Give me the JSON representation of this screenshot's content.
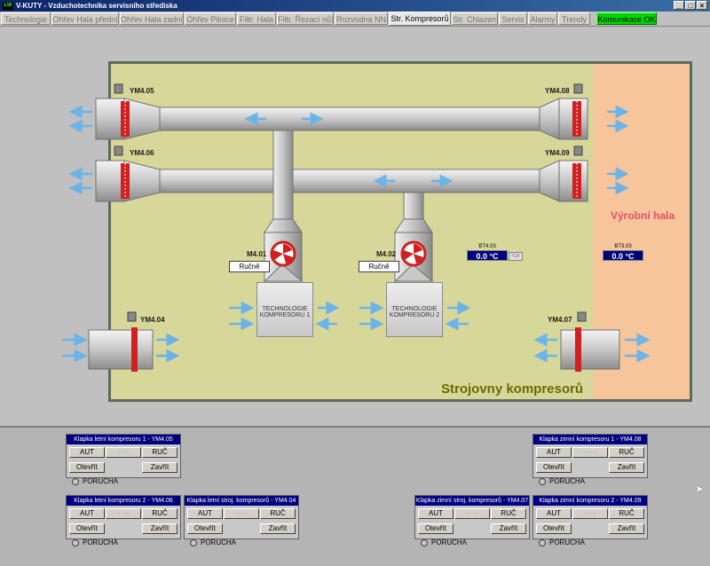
{
  "window": {
    "app_icon": "LW",
    "title": "V-KUTY - Vzduchotechnika servisního střediska",
    "buttons": [
      "_",
      "□",
      "×"
    ]
  },
  "tabs": [
    {
      "label": "Technologie"
    },
    {
      "label": "Ohřev Hala přední"
    },
    {
      "label": "Ohřev Hala zadní"
    },
    {
      "label": "Ohřev Pilnice"
    },
    {
      "label": "Filtr. Hala"
    },
    {
      "label": "Filtr. Řezací nůž"
    },
    {
      "label": "Rozvodna NN"
    },
    {
      "label": "Str. Kompresorů",
      "active": true
    },
    {
      "label": "Str. Chlazení"
    },
    {
      "label": "Servis"
    },
    {
      "label": "Alarmy"
    },
    {
      "label": "Trendy"
    },
    {
      "label": "Komunikace OK",
      "status": true
    }
  ],
  "scheme": {
    "room_label": "Strojovny kompresorů",
    "hall_label": "Výrobní hala",
    "valves": {
      "ym405": "YM4.05",
      "ym406": "YM4.06",
      "ym408": "YM4.08",
      "ym409": "YM4.09",
      "ym404": "YM4.04",
      "ym407": "YM4.07"
    },
    "motors": {
      "m401": {
        "name": "M4.01",
        "mode": "Ručně"
      },
      "m402": {
        "name": "M4.02",
        "mode": "Ručně"
      }
    },
    "tech1": "TECHNOLOGIE KOMPRESORU 1",
    "tech2": "TECHNOLOGIE KOMPRESORU 2",
    "sensors": {
      "bt403": {
        "name": "BT4.03",
        "value": "0.0 °C",
        "unit_button": "°C/F"
      },
      "bt303": {
        "name": "BT3.03",
        "value": "0.0 °C"
      }
    }
  },
  "panels": {
    "p405": {
      "title": "Klapka letní kompresoru 1 - YM4.05",
      "aut": "AUT",
      "ruc": "RUČ",
      "open": "Otevřít",
      "close": "Zavřít",
      "fault": "PORUCHA",
      "mid": "- - -"
    },
    "p406": {
      "title": "Klapka letní kompresoru 2 - YM4.06",
      "aut": "AUT",
      "ruc": "RUČ",
      "open": "Otevřít",
      "close": "Zavřít",
      "fault": "PORUCHA",
      "mid": "- - -"
    },
    "p404": {
      "title": "Klapka letní stroj. kompresorů - YM4.04",
      "aut": "AUT",
      "ruc": "RUČ",
      "open": "Otevřít",
      "close": "Zavřít",
      "fault": "PORUCHA",
      "mid": "- - -"
    },
    "p407": {
      "title": "Klapka zimní stroj. kompresorů - YM4.07",
      "aut": "AUT",
      "ruc": "RUČ",
      "open": "Otevřít",
      "close": "Zavřít",
      "fault": "PORUCHA",
      "mid": "- - -"
    },
    "p408": {
      "title": "Klapka zimní kompresoru 1 - YM4.08",
      "aut": "AUT",
      "ruc": "RUČ",
      "open": "Otevřít",
      "close": "Zavřít",
      "fault": "PORUCHA",
      "mid": "- - -"
    },
    "p409": {
      "title": "Klapka zimní kompresoru 2 - YM4.09",
      "aut": "AUT",
      "ruc": "RUČ",
      "open": "Otevřít",
      "close": "Zavřít",
      "fault": "PORUCHA",
      "mid": "- - -"
    }
  },
  "colors": {
    "air_arrow": "#6cb4e8",
    "damper_red": "#d02020",
    "panel_title": "#000080",
    "display_bg": "#00007b",
    "room_fill": "#d8d79a",
    "hall_fill": "#f7c59b"
  }
}
